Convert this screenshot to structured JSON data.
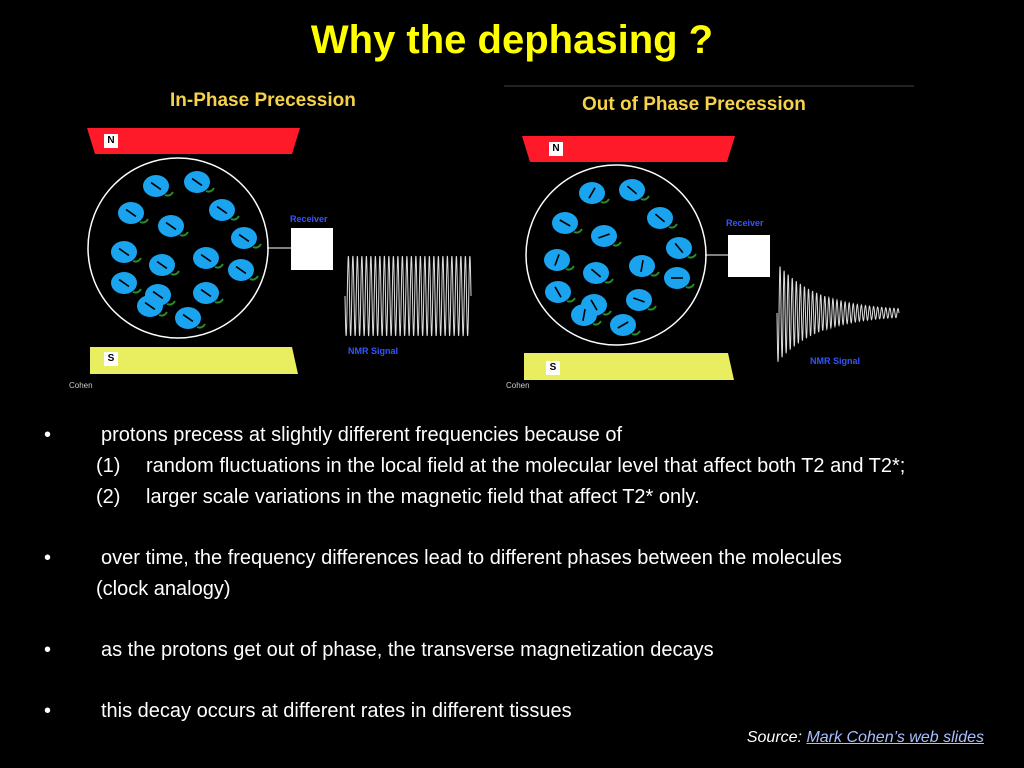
{
  "title": "Why the dephasing ?",
  "diagram_left": {
    "title": "In-Phase Precession",
    "north_label": "N",
    "south_label": "S",
    "receiver_label": "Receiver",
    "signal_label": "NMR Signal",
    "credit": "Cohen",
    "colors": {
      "north": "#ff1a2a",
      "south": "#e8ee60",
      "proton": "#1aa3ee"
    }
  },
  "diagram_right": {
    "title": "Out of Phase Precession",
    "north_label": "N",
    "south_label": "S",
    "receiver_label": "Receiver",
    "signal_label": "NMR Signal",
    "credit": "Cohen",
    "colors": {
      "north": "#ff1a2a",
      "south": "#e8ee60",
      "proton": "#1aa3ee"
    }
  },
  "bullets": [
    {
      "marker": "•",
      "text": "protons precess at slightly different frequencies because of",
      "subitems": [
        {
          "num": "(1)",
          "text": "random fluctuations in the local field at the molecular level that affect both T2 and T2*;"
        },
        {
          "num": "(2)",
          "text": "larger scale variations in the magnetic field that affect T2* only."
        }
      ]
    },
    {
      "marker": "•",
      "text": "over time, the frequency differences lead to different phases between the molecules",
      "continuation": "(clock analogy)"
    },
    {
      "marker": "•",
      "text": "as the protons get out of phase, the transverse magnetization decays"
    },
    {
      "marker": "•",
      "text": "this decay occurs at different rates in different tissues"
    }
  ],
  "source": {
    "label": "Source:",
    "link_text": "Mark Cohen’s web slides"
  }
}
